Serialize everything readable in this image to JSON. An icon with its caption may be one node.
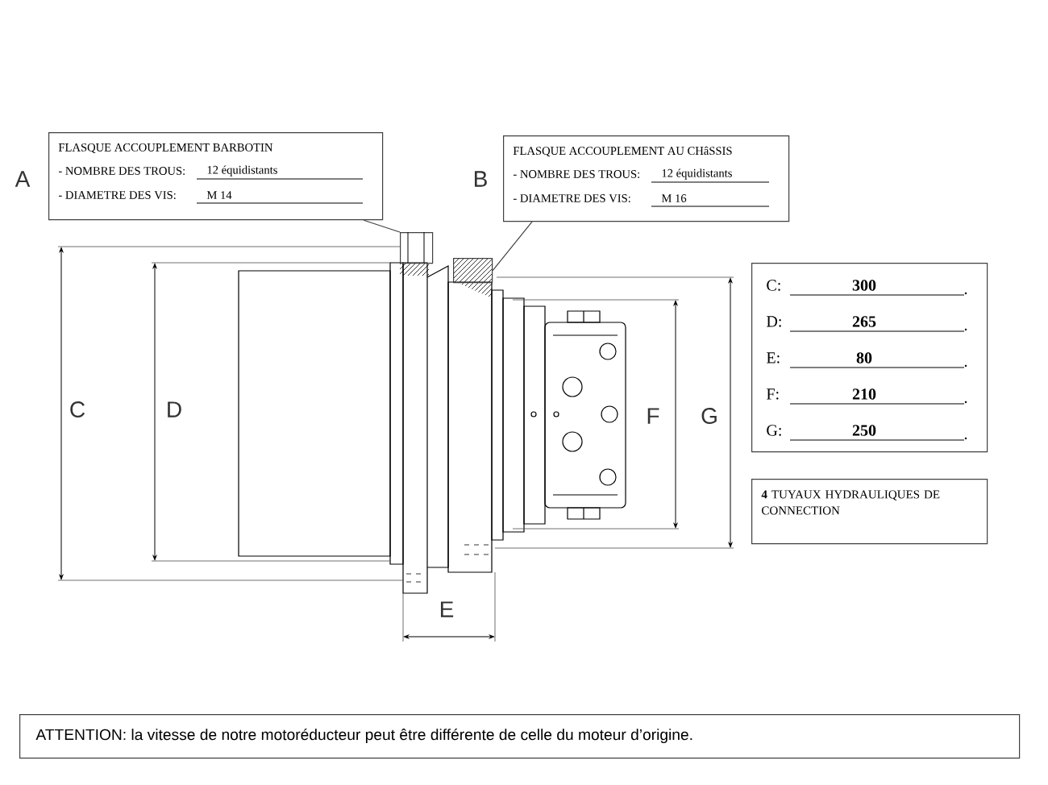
{
  "diagram": {
    "nodes": [
      {
        "text": [
          "FLASQUE ACCOUPLEMENT BARBOTIN",
          "- NOMBRE DES TROUS:",
          "12 équidistants",
          "- DIAMETRE DES VIS:",
          "M 14"
        ]
      },
      {
        "text": [],
        "shape": "picture"
      },
      {
        "text": [
          "FLASQUE ACCOUPLEMENT AU CHâSSIS",
          "- NOMBRE DES TROUS:",
          "12 équidistants",
          "- DIAMETRE DES VIS:",
          "M 16"
        ]
      },
      {
        "text": [],
        "shape": "picture"
      },
      {
        "text": [
          "C:",
          "300",
          "D:",
          "265",
          "E:",
          "80",
          "F:",
          "210",
          "G:",
          "250"
        ]
      },
      {
        "text": [
          "**4** TUYAUX HYDRAULIQUES DE CONNECTION"
        ]
      },
      {
        "text": [
          "ATTENTION: la vitesse de notre motoréducteur peut être différente de celle du moteur d’origine."
        ]
      }
    ],
    "edges": [
      {
        "from": 0,
        "to": 1,
        "arrow": "none"
      },
      {
        "from": 2,
        "to": 3,
        "arrow": "none"
      }
    ],
    "labels": [
      "A",
      "B",
      "C",
      "D",
      "F",
      "G",
      "E"
    ]
  }
}
